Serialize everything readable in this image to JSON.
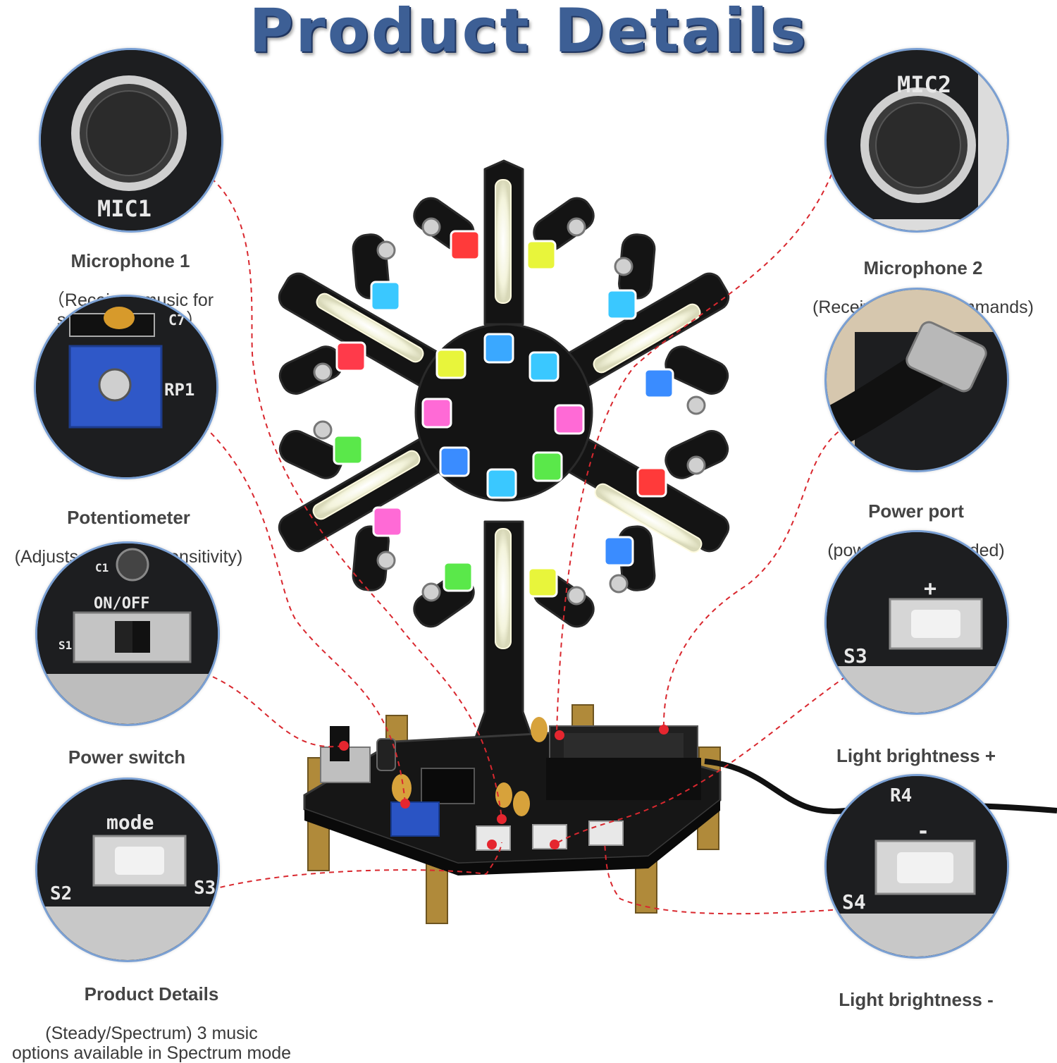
{
  "title": "Product Details",
  "colors": {
    "title": "#3d5f95",
    "ring": "#7aa0d4",
    "pcb": "#1b1c1e",
    "leader": "#d9282f"
  },
  "callouts": [
    {
      "key": "mic1",
      "heading": "Microphone 1",
      "detail": "（Receives music for\nspectrum effects）",
      "pcb_label": "MIC1"
    },
    {
      "key": "pot",
      "heading": "Potentiometer",
      "detail": "(Adjusts spectrum sensitivity)",
      "pcb_label": "RP1",
      "pcb_label2": "C7"
    },
    {
      "key": "switch",
      "heading": "Power switch",
      "detail": "",
      "pcb_label": "ON/OFF",
      "pcb_label2": "S1",
      "pcb_label3": "C1"
    },
    {
      "key": "mode",
      "heading": "Product Details",
      "detail": "(Steady/Spectrum) 3 music\noptions available in Spectrum mode",
      "pcb_label": "mode",
      "pcb_label2": "S2",
      "pcb_label3": "S3"
    },
    {
      "key": "mic2",
      "heading": "Microphone 2",
      "detail": "(Receives voice commands)",
      "pcb_label": "MIC2"
    },
    {
      "key": "power",
      "heading": "Power port",
      "detail": "(power cable included)"
    },
    {
      "key": "bplus",
      "heading": "Light brightness +",
      "detail": "",
      "pcb_label": "+",
      "pcb_label2": "S3"
    },
    {
      "key": "bminus",
      "heading": "Light brightness -",
      "detail": "",
      "pcb_label": "-",
      "pcb_label2": "S4",
      "pcb_label3": "R4"
    }
  ]
}
